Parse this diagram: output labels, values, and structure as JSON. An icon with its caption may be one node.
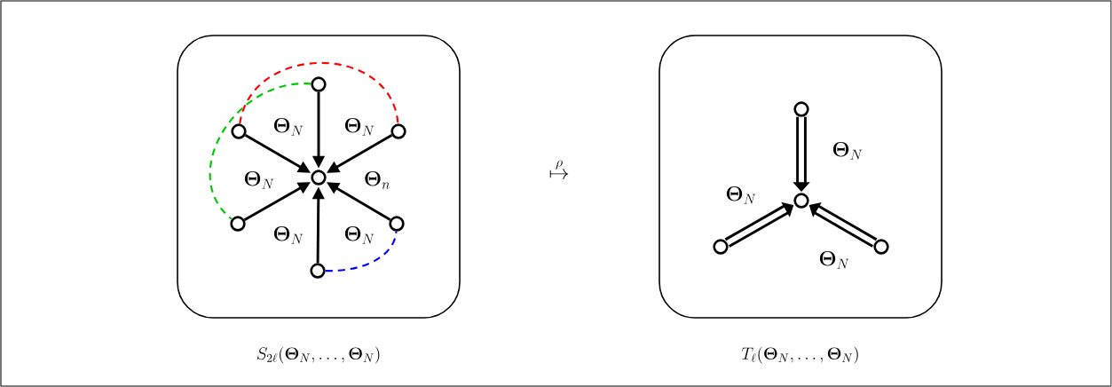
{
  "diagram": {
    "nodes": [
      {
        "text": [],
        "shape": "box",
        "beside": [
          "S_{2\\ell}(\\boldsymbol{\\Theta}_N,\\ldots,\\boldsymbol{\\Theta}_N)"
        ]
      },
      {
        "text": [],
        "shape": "circle",
        "in": 0
      },
      {
        "text": [],
        "shape": "circle",
        "in": 0
      },
      {
        "text": [],
        "shape": "circle",
        "in": 0
      },
      {
        "text": [],
        "shape": "circle",
        "in": 0
      },
      {
        "text": [],
        "shape": "circle",
        "in": 0
      },
      {
        "text": [],
        "shape": "circle",
        "in": 0
      },
      {
        "text": [],
        "shape": "circle",
        "in": 0
      },
      {
        "text": [],
        "shape": "box",
        "beside": [
          "T_{\\ell}(\\boldsymbol{\\Theta}_N,\\ldots,\\boldsymbol{\\Theta}_N)"
        ]
      },
      {
        "text": [],
        "shape": "circle",
        "in": 8
      },
      {
        "text": [],
        "shape": "circle",
        "in": 8
      },
      {
        "text": [],
        "shape": "circle",
        "in": 8
      },
      {
        "text": [],
        "shape": "circle",
        "in": 8
      }
    ],
    "edges": [
      {
        "from": 2,
        "to": 1,
        "arrow": "to",
        "label": "\\boldsymbol{\\Theta}_N"
      },
      {
        "from": 3,
        "to": 1,
        "arrow": "to",
        "label": "\\boldsymbol{\\Theta}_N"
      },
      {
        "from": 4,
        "to": 1,
        "arrow": "to",
        "label": "\\boldsymbol{\\Theta}_N"
      },
      {
        "from": 5,
        "to": 1,
        "arrow": "to",
        "label": "\\boldsymbol{\\Theta}_N"
      },
      {
        "from": 6,
        "to": 1,
        "arrow": "to",
        "label": "\\boldsymbol{\\Theta}_n"
      },
      {
        "from": 7,
        "to": 1,
        "arrow": "to",
        "label": "\\boldsymbol{\\Theta}_N"
      },
      {
        "from": 3,
        "to": 4,
        "arrow": "none",
        "style": "dashed",
        "color": "#ff0000"
      },
      {
        "from": 2,
        "to": 5,
        "arrow": "none",
        "style": "dashed",
        "color": "#00c800"
      },
      {
        "from": 7,
        "to": 6,
        "arrow": "none",
        "style": "dashed",
        "color": "#0000ff"
      },
      {
        "from": 10,
        "to": 9,
        "arrow": "to",
        "style": "thick",
        "label": "\\boldsymbol{\\Theta}_N"
      },
      {
        "from": 11,
        "to": 9,
        "arrow": "to",
        "style": "thick",
        "label": "\\boldsymbol{\\Theta}_N"
      },
      {
        "from": 12,
        "to": 9,
        "arrow": "to",
        "style": "thick",
        "label": "\\boldsymbol{\\Theta}_N"
      }
    ],
    "labels": [
      "\\overset{\\rho}{\\mapsto}"
    ]
  }
}
